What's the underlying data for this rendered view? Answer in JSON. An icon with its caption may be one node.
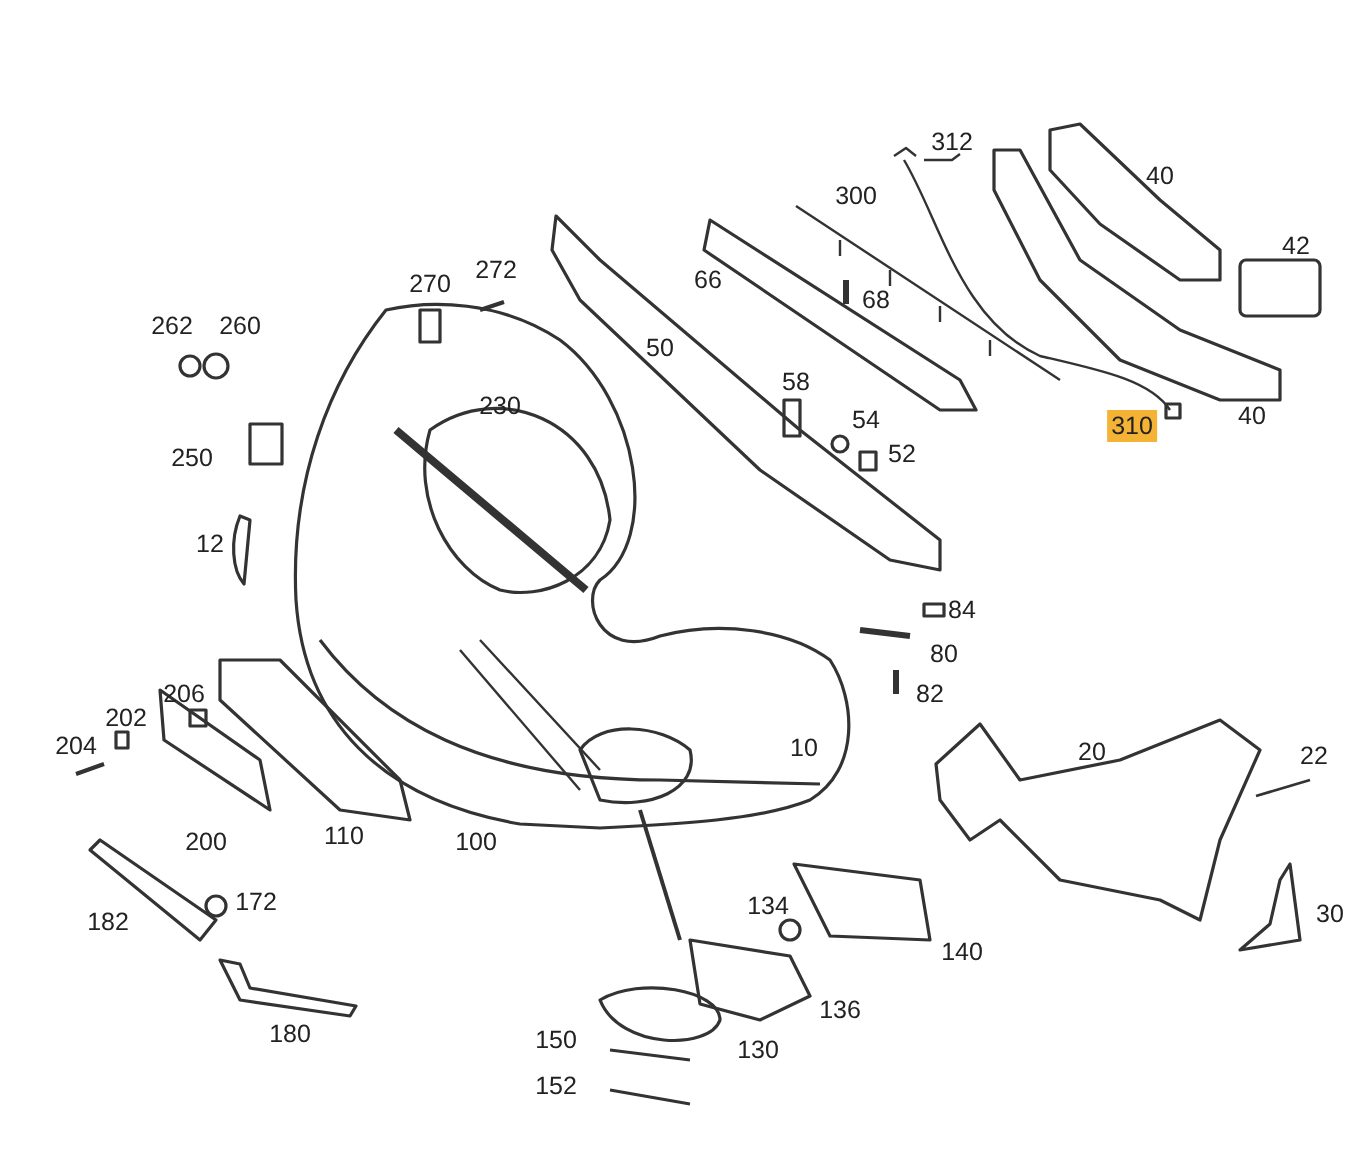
{
  "diagram": {
    "labels": [
      "312",
      "40",
      "300",
      "42",
      "270",
      "272",
      "66",
      "68",
      "262",
      "260",
      "50",
      "230",
      "58",
      "54",
      "310",
      "40",
      "250",
      "52",
      "12",
      "84",
      "80",
      "206",
      "82",
      "202",
      "204",
      "10",
      "20",
      "22",
      "200",
      "110",
      "100",
      "134",
      "182",
      "172",
      "140",
      "136",
      "30",
      "180",
      "150",
      "130",
      "152"
    ]
  }
}
